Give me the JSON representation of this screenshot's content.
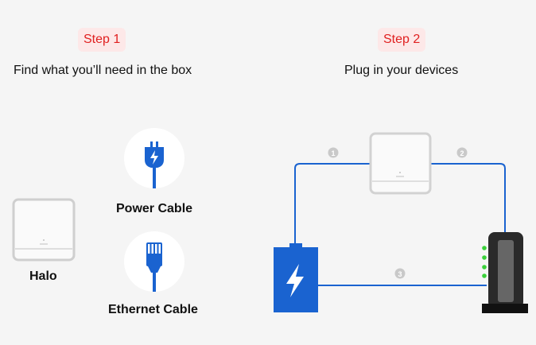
{
  "step1": {
    "badge": "Step 1",
    "title": "Find what you’ll need in the box",
    "items": {
      "halo": "Halo",
      "power_cable": "Power Cable",
      "ethernet_cable": "Ethernet Cable"
    }
  },
  "step2": {
    "badge": "Step 2",
    "title": "Plug in your devices",
    "connections": [
      "1",
      "2",
      "3"
    ]
  },
  "colors": {
    "accent_red": "#e02020",
    "badge_bg": "#fde8e8",
    "cable_blue": "#1a63d0",
    "modem_led": "#3ad13a"
  }
}
